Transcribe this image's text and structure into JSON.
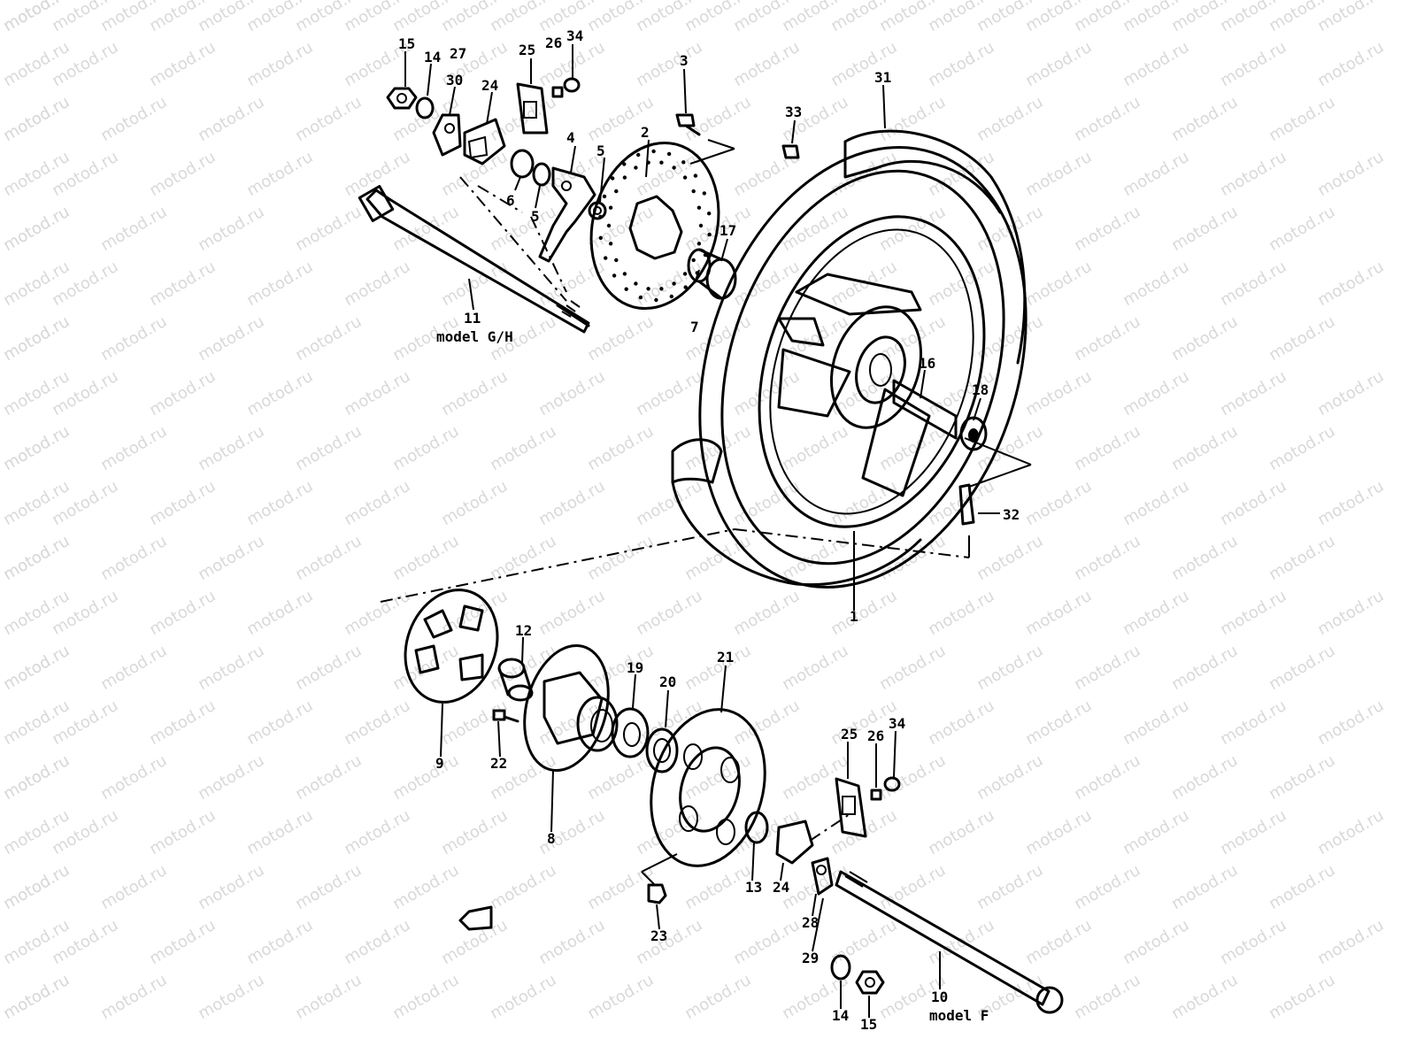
{
  "watermark": "motod.ru",
  "captions": {
    "model_gh": "model G/H",
    "model_f": "model F"
  },
  "callouts": [
    {
      "id": "c15a",
      "text": "15"
    },
    {
      "id": "c14a",
      "text": "14"
    },
    {
      "id": "c27",
      "text": "27"
    },
    {
      "id": "c30",
      "text": "30"
    },
    {
      "id": "c24a",
      "text": "24"
    },
    {
      "id": "c25a",
      "text": "25"
    },
    {
      "id": "c26a",
      "text": "26"
    },
    {
      "id": "c34a",
      "text": "34"
    },
    {
      "id": "c3",
      "text": "3"
    },
    {
      "id": "c33",
      "text": "33"
    },
    {
      "id": "c31",
      "text": "31"
    },
    {
      "id": "c2",
      "text": "2"
    },
    {
      "id": "c4",
      "text": "4"
    },
    {
      "id": "c5a",
      "text": "5"
    },
    {
      "id": "c5b",
      "text": "5"
    },
    {
      "id": "c6",
      "text": "6"
    },
    {
      "id": "c17",
      "text": "17"
    },
    {
      "id": "c7",
      "text": "7"
    },
    {
      "id": "c11",
      "text": "11"
    },
    {
      "id": "c16",
      "text": "16"
    },
    {
      "id": "c18",
      "text": "18"
    },
    {
      "id": "c32",
      "text": "32"
    },
    {
      "id": "c1",
      "text": "1"
    },
    {
      "id": "c12",
      "text": "12"
    },
    {
      "id": "c19",
      "text": "19"
    },
    {
      "id": "c20",
      "text": "20"
    },
    {
      "id": "c21",
      "text": "21"
    },
    {
      "id": "c9",
      "text": "9"
    },
    {
      "id": "c22",
      "text": "22"
    },
    {
      "id": "c8",
      "text": "8"
    },
    {
      "id": "c25b",
      "text": "25"
    },
    {
      "id": "c26b",
      "text": "26"
    },
    {
      "id": "c34b",
      "text": "34"
    },
    {
      "id": "c13",
      "text": "13"
    },
    {
      "id": "c24b",
      "text": "24"
    },
    {
      "id": "c28",
      "text": "28"
    },
    {
      "id": "c29",
      "text": "29"
    },
    {
      "id": "c23",
      "text": "23"
    },
    {
      "id": "c14b",
      "text": "14"
    },
    {
      "id": "c15b",
      "text": "15"
    },
    {
      "id": "c10",
      "text": "10"
    }
  ]
}
